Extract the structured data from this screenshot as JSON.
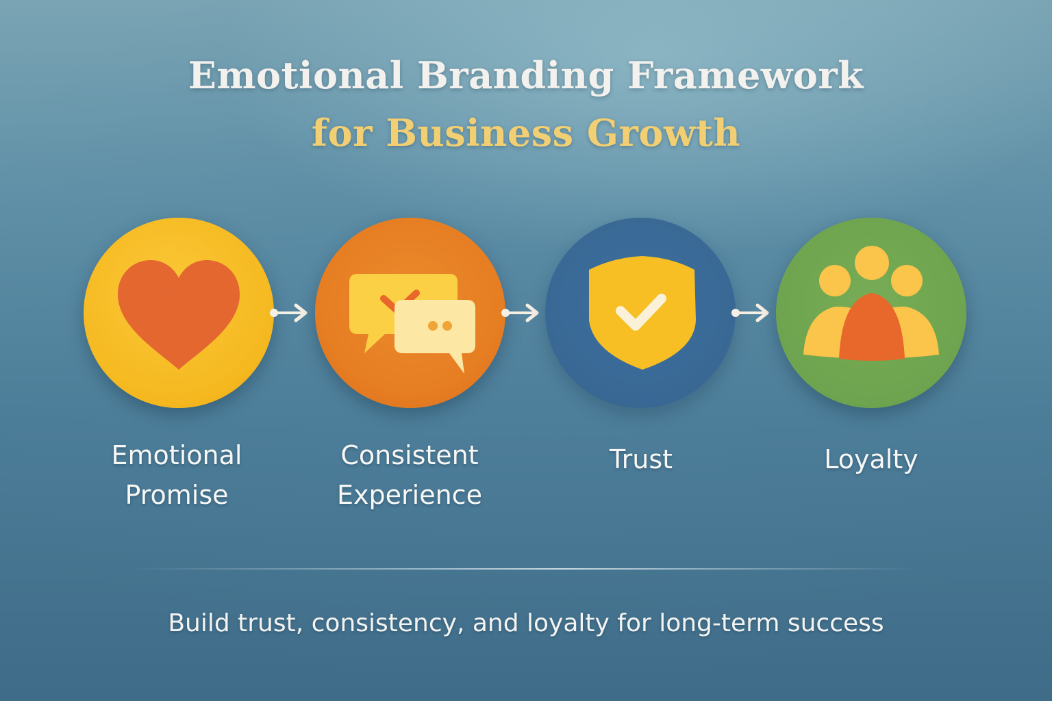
{
  "header": {
    "title_line1": "Emotional Branding Framework",
    "title_line2": "for Business Growth"
  },
  "steps": [
    {
      "label": "Emotional Promise",
      "label_lines": [
        "Emotional",
        "Promise"
      ],
      "icon": "heart-icon",
      "circle_color": "#f5b81f",
      "icon_color": "#e2622f"
    },
    {
      "label": "Consistent Experience",
      "label_lines": [
        "Consistent",
        "Experience"
      ],
      "icon": "chat-bubbles-icon",
      "circle_color": "#e67d22",
      "icon_color": "#fbd045"
    },
    {
      "label": "Trust",
      "label_lines": [
        "Trust"
      ],
      "icon": "shield-check-icon",
      "circle_color": "#396895",
      "icon_color": "#f7bf23"
    },
    {
      "label": "Loyalty",
      "label_lines": [
        "Loyalty"
      ],
      "icon": "group-people-icon",
      "circle_color": "#6ea44f",
      "icon_color": "#fbc44a"
    }
  ],
  "connectors": [
    "arrow-right-icon",
    "arrow-right-icon",
    "arrow-right-icon"
  ],
  "footer": {
    "tagline": "Build trust, consistency, and loyalty for long-term success"
  },
  "colors": {
    "title_primary": "#f3f1ee",
    "title_accent": "#f2cf72",
    "background": "#4c7d98"
  }
}
